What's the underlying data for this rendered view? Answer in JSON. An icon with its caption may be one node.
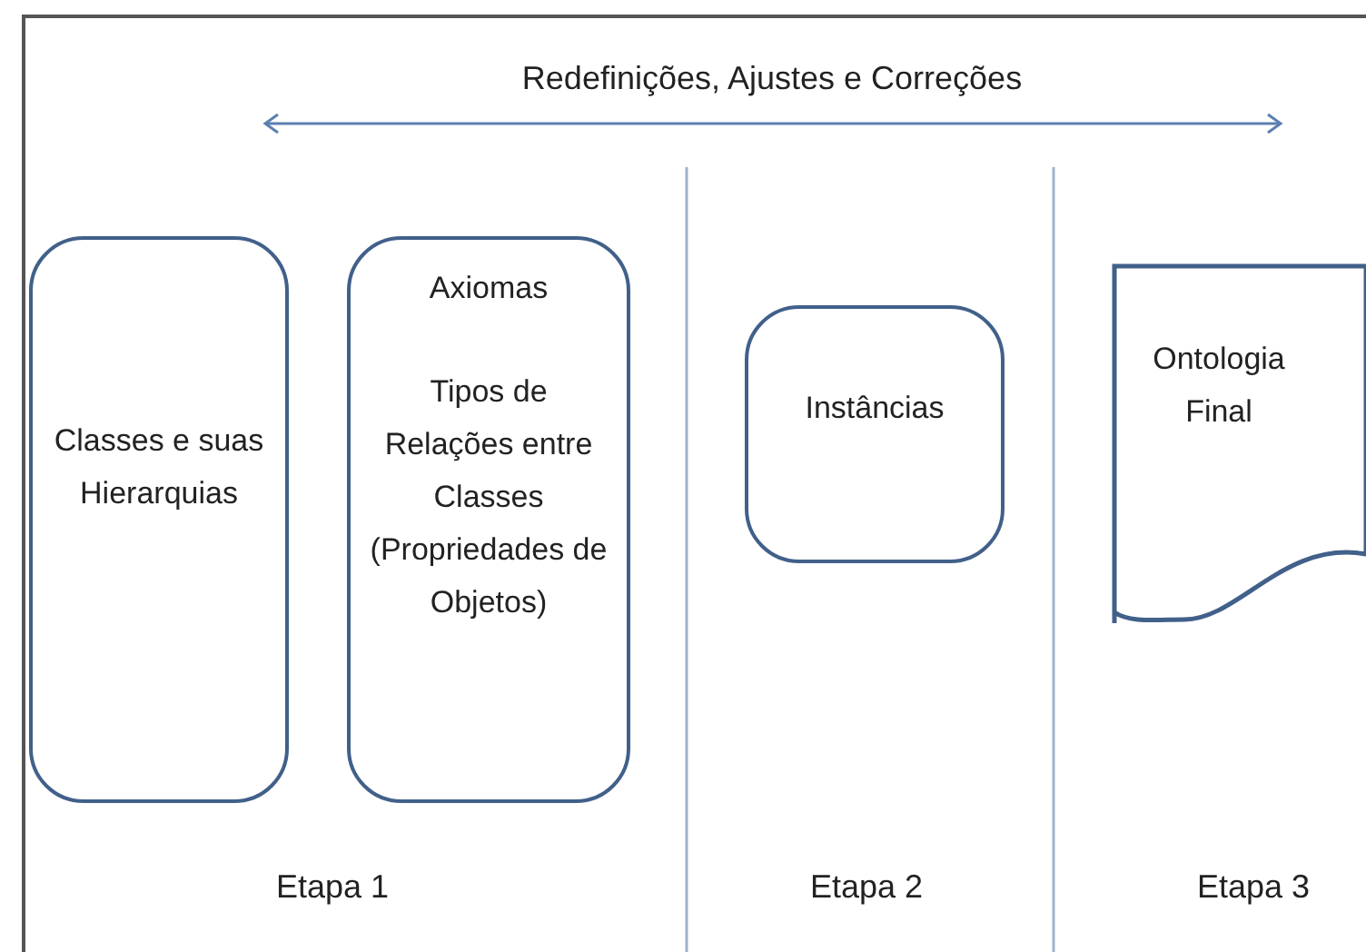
{
  "diagram": {
    "nodes": [
      {
        "text": [
          "Classes e suas Hierarquias"
        ]
      },
      {
        "text": [
          "Axiomas",
          "Tipos de Relações entre Classes (Propriedades de Objetos)"
        ]
      },
      {
        "text": [
          "Instâncias"
        ]
      },
      {
        "text": [
          "Ontologia Final"
        ]
      }
    ],
    "labels": [
      "Redefinições, Ajustes e Correções",
      "Etapa 1",
      "Etapa 2",
      "Etapa 3"
    ]
  }
}
